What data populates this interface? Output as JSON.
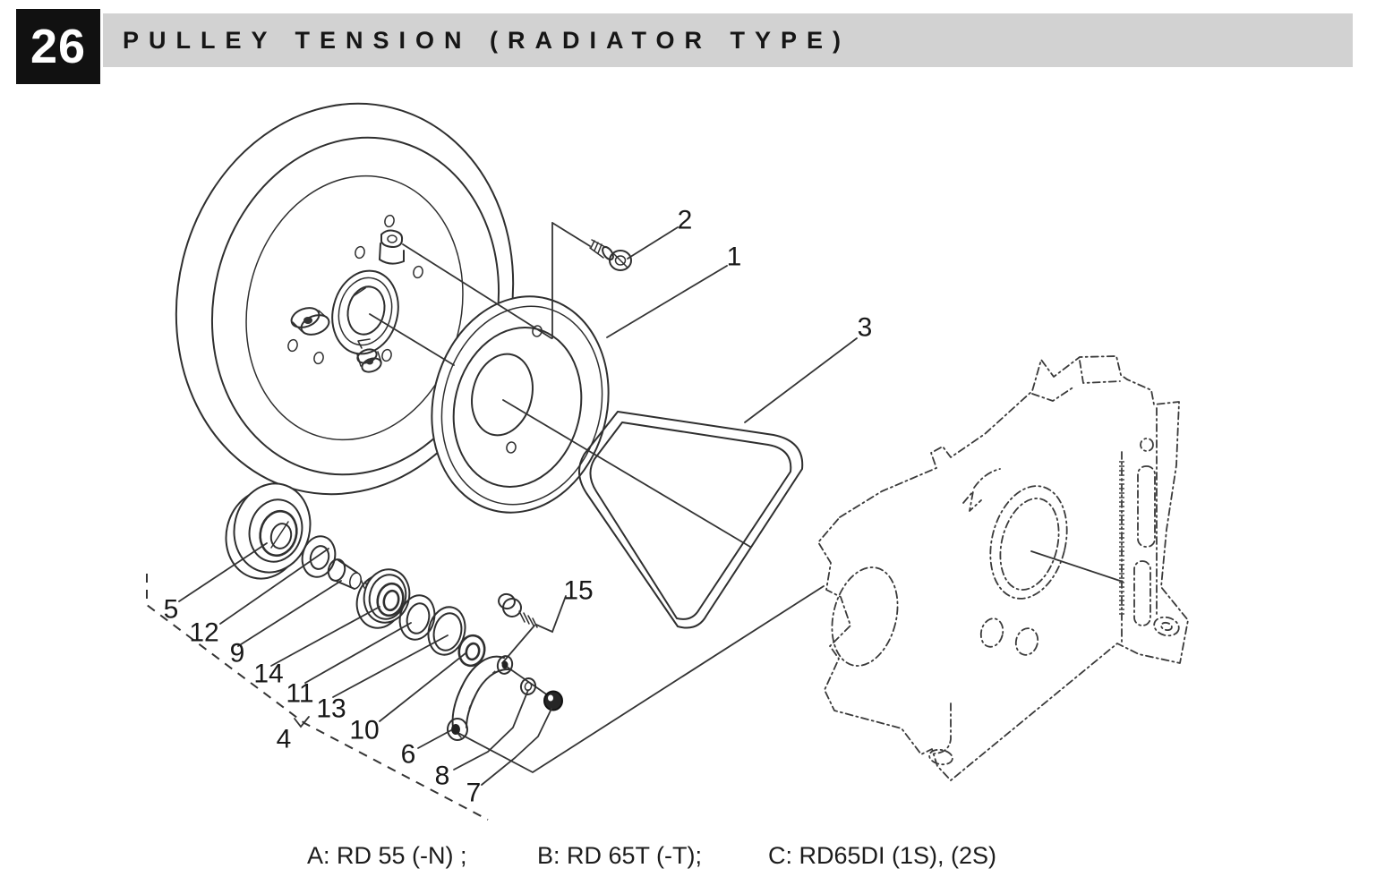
{
  "page": {
    "section_number": "26",
    "title": "PULLEY TENSION (RADIATOR TYPE)"
  },
  "diagram": {
    "description": "Exploded parts view of radiator-type pulley tension assembly",
    "callouts": [
      "1",
      "2",
      "3",
      "4",
      "5",
      "6",
      "7",
      "8",
      "9",
      "10",
      "11",
      "12",
      "13",
      "14",
      "15"
    ]
  },
  "footer": {
    "models": [
      {
        "label": "A: RD 55 (-N) ;"
      },
      {
        "label": "B: RD 65T (-T);"
      },
      {
        "label": "C: RD65DI (1S), (2S)"
      }
    ]
  }
}
